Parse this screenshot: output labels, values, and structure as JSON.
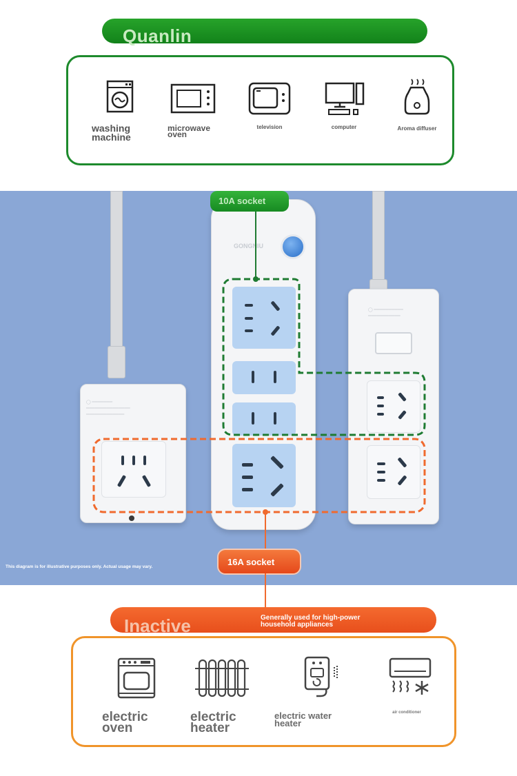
{
  "header": {
    "brand": "Quanlin"
  },
  "low_power": {
    "items": [
      {
        "icon": "washing-machine-icon",
        "label": "washing\nmachine"
      },
      {
        "icon": "microwave-icon",
        "label": "microwave\noven"
      },
      {
        "icon": "television-icon",
        "label": "television"
      },
      {
        "icon": "computer-icon",
        "label": "computer"
      },
      {
        "icon": "aroma-diffuser-icon",
        "label": "Aroma diffuser"
      }
    ]
  },
  "photo": {
    "tag_10a": "10A socket",
    "tag_16a": "16A socket",
    "strip_brand": "GONGNIU",
    "disclaimer": "This diagram is for illustrative purposes only. Actual usage may vary."
  },
  "high_power": {
    "title": "Inactive",
    "note": "Generally used for high-power\nhousehold appliances",
    "items": [
      {
        "icon": "electric-oven-icon",
        "label": "electric\noven"
      },
      {
        "icon": "electric-heater-icon",
        "label": "electric\nheater"
      },
      {
        "icon": "electric-water-heater-icon",
        "label": "electric water\nheater"
      },
      {
        "icon": "air-conditioner-icon",
        "label": "air conditioner"
      }
    ]
  },
  "colors": {
    "green": "#1d8a2c",
    "orange": "#f0942a",
    "photo_bg": "#8aa7d6",
    "socket_blue": "#b7d3f2"
  }
}
